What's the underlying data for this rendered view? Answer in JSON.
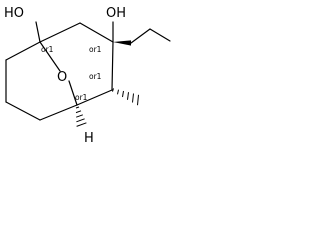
{
  "molecule": {
    "atoms": {
      "hydroxyl_1": "HO",
      "hydroxyl_2": "OH",
      "ring_oxygen": "O",
      "hydrogen": "H"
    },
    "stereo_labels": {
      "c1": "or1",
      "c3": "or1",
      "c4": "or1",
      "c5": "or1"
    }
  },
  "colors": {
    "ink": "#000000",
    "background": "#ffffff"
  }
}
